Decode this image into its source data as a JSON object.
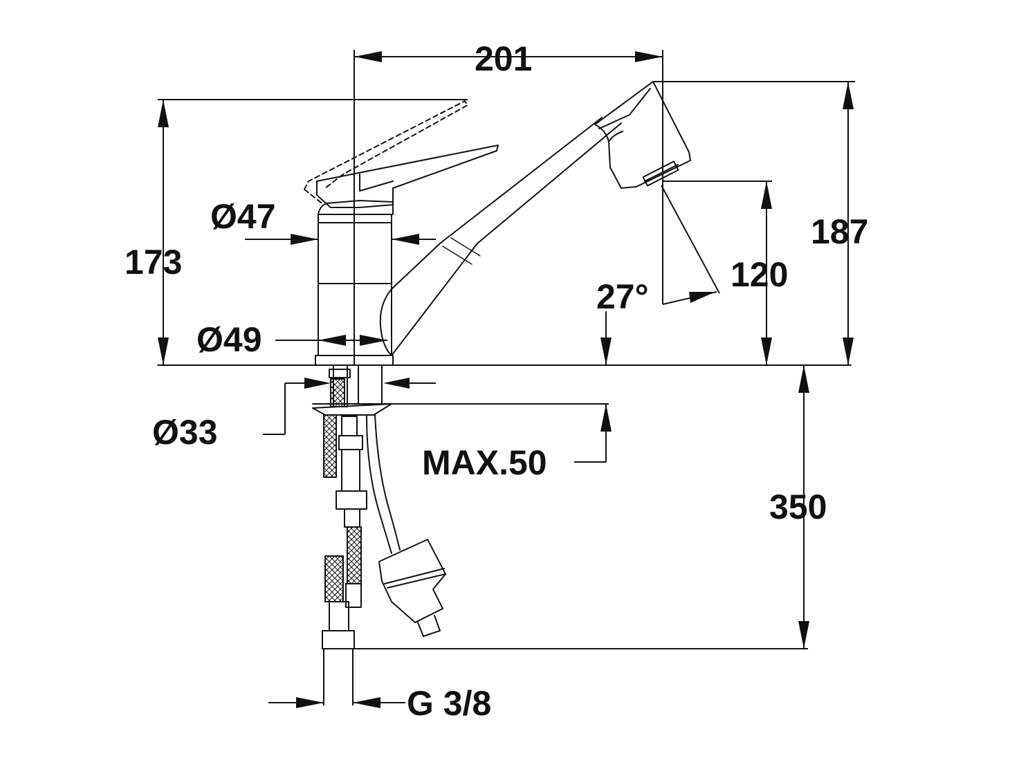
{
  "colors": {
    "line": "#111111",
    "background": "#ffffff"
  },
  "dimensions": {
    "spout_reach": "201",
    "lever_height": "173",
    "total_height": "187",
    "outlet_height": "120",
    "spray_angle": "27°",
    "body_diameter": "Ø47",
    "base_diameter": "Ø49",
    "shank_diameter": "Ø33",
    "max_deck_thickness": "MAX.50",
    "hose_length": "350",
    "connection_thread": "G 3/8"
  }
}
